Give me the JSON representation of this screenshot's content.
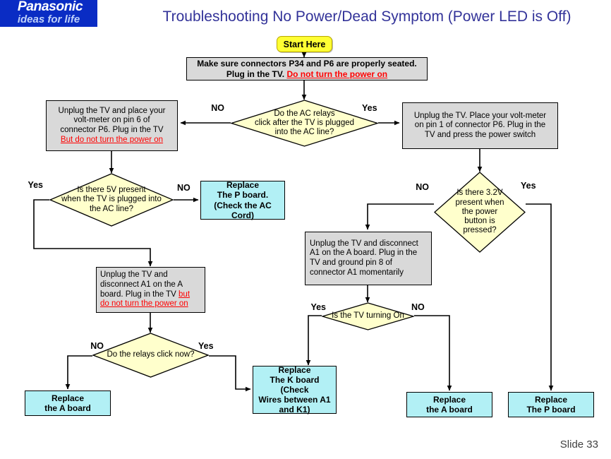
{
  "logo": {
    "brand": "Panasonic",
    "tagline": "ideas for life",
    "color": "#0A2CC4"
  },
  "header": {
    "title": "Troubleshooting No Power/Dead Symptom (Power LED is Off)",
    "title_color": "#333399"
  },
  "footer": {
    "slide_label": "Slide 33"
  },
  "palette": {
    "start_fill": "#FFFF33",
    "process_fill": "#D9D9D9",
    "decision_fill": "#FFFFCC",
    "terminal_fill": "#B2F0F5",
    "warning_text": "#FF0000",
    "line": "#000000"
  },
  "flowchart": {
    "type": "flowchart",
    "nodes": {
      "start": {
        "shape": "rounded-rect",
        "label": "Start Here"
      },
      "p_seat": {
        "shape": "process",
        "line1": "Make sure connectors P34 and P6 are properly seated.",
        "line2_a": "Plug in the TV. ",
        "line2_warn": "Do not turn the power on"
      },
      "d_relays": {
        "shape": "decision",
        "line1": "Do the AC relays",
        "line2": "click after the TV  is plugged",
        "line3": "into the AC line?",
        "label_left": "NO",
        "label_right": "Yes"
      },
      "p_pin6": {
        "shape": "process",
        "line1": "Unplug the TV and place your",
        "line2": "volt-meter on pin 6 of",
        "line3": "connector P6. Plug in the TV",
        "line4_warn": "But do not turn the power on"
      },
      "p_pin1": {
        "shape": "process",
        "line1": "Unplug the TV. Place your volt-meter",
        "line2": "on pin 1 of connector P6. Plug in the",
        "line3": "TV and press the power switch"
      },
      "d_5v": {
        "shape": "decision",
        "line1": "Is there 5V present",
        "line2": "when the TV is  plugged into",
        "line3": "the AC line?",
        "label_left": "Yes",
        "label_right": "NO"
      },
      "t_pboard_cord": {
        "shape": "terminal",
        "line1": "Replace",
        "line2": "The P board.",
        "line3": "(Check the AC Cord)"
      },
      "d_32v": {
        "shape": "decision",
        "line1": "Is there  3.2V",
        "line2": "present when",
        "line3": "the power",
        "line4": "button is",
        "line5": "pressed?",
        "label_left": "NO",
        "label_right": "Yes"
      },
      "p_ground_a1": {
        "shape": "process",
        "line1": "Unplug the TV and disconnect",
        "line2": "A1 on the A board. Plug in the",
        "line3": "TV and ground pin 8 of",
        "line4": "connector A1 momentarily"
      },
      "p_disc_a1": {
        "shape": "process",
        "line1": "Unplug the TV and",
        "line2": "disconnect A1 on the A",
        "line3_a": "board. Plug in the TV ",
        "line3_warn": "but",
        "line4_warn": "do not turn the power on"
      },
      "d_relays_now": {
        "shape": "decision",
        "line1": "Do the relays click now?",
        "label_left": "NO",
        "label_right": "Yes"
      },
      "d_tv_on": {
        "shape": "decision",
        "line1": "Is the TV turning On",
        "label_left": "Yes",
        "label_right": "NO"
      },
      "t_aboard_left": {
        "shape": "terminal",
        "line1": "Replace",
        "line2": "the A board"
      },
      "t_kboard": {
        "shape": "terminal",
        "line1": "Replace",
        "line2": "The K board (Check",
        "line3": "Wires between A1",
        "line4": "and K1)"
      },
      "t_aboard_mid": {
        "shape": "terminal",
        "line1": "Replace",
        "line2": "the A board"
      },
      "t_pboard_right": {
        "shape": "terminal",
        "line1": "Replace",
        "line2": "The P board"
      }
    }
  }
}
